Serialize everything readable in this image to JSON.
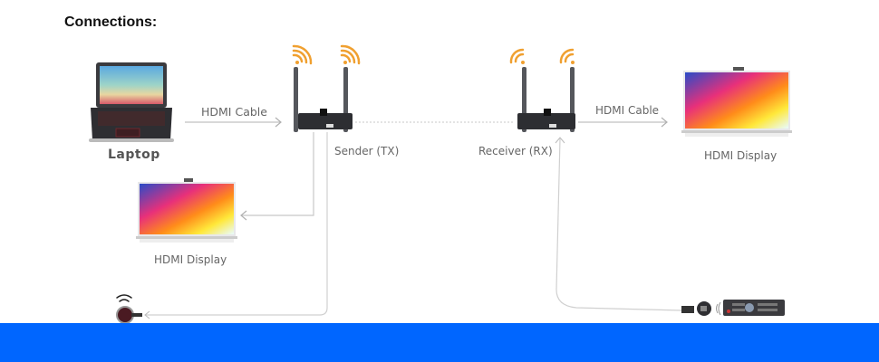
{
  "title": "Connections:",
  "devices": {
    "laptop": {
      "label": "Laptop"
    },
    "sender": {
      "label": "Sender (TX)"
    },
    "receiver": {
      "label": "Receiver (RX)"
    },
    "display_right": {
      "label": "HDMI Display"
    },
    "display_left": {
      "label": "HDMI Display"
    }
  },
  "links": {
    "laptop_to_sender": "HDMI Cable",
    "receiver_to_display": "HDMI Cable"
  },
  "colors": {
    "accent_bar": "#0066ff",
    "wifi": "#f0a030",
    "line": "#c8c8c8"
  }
}
